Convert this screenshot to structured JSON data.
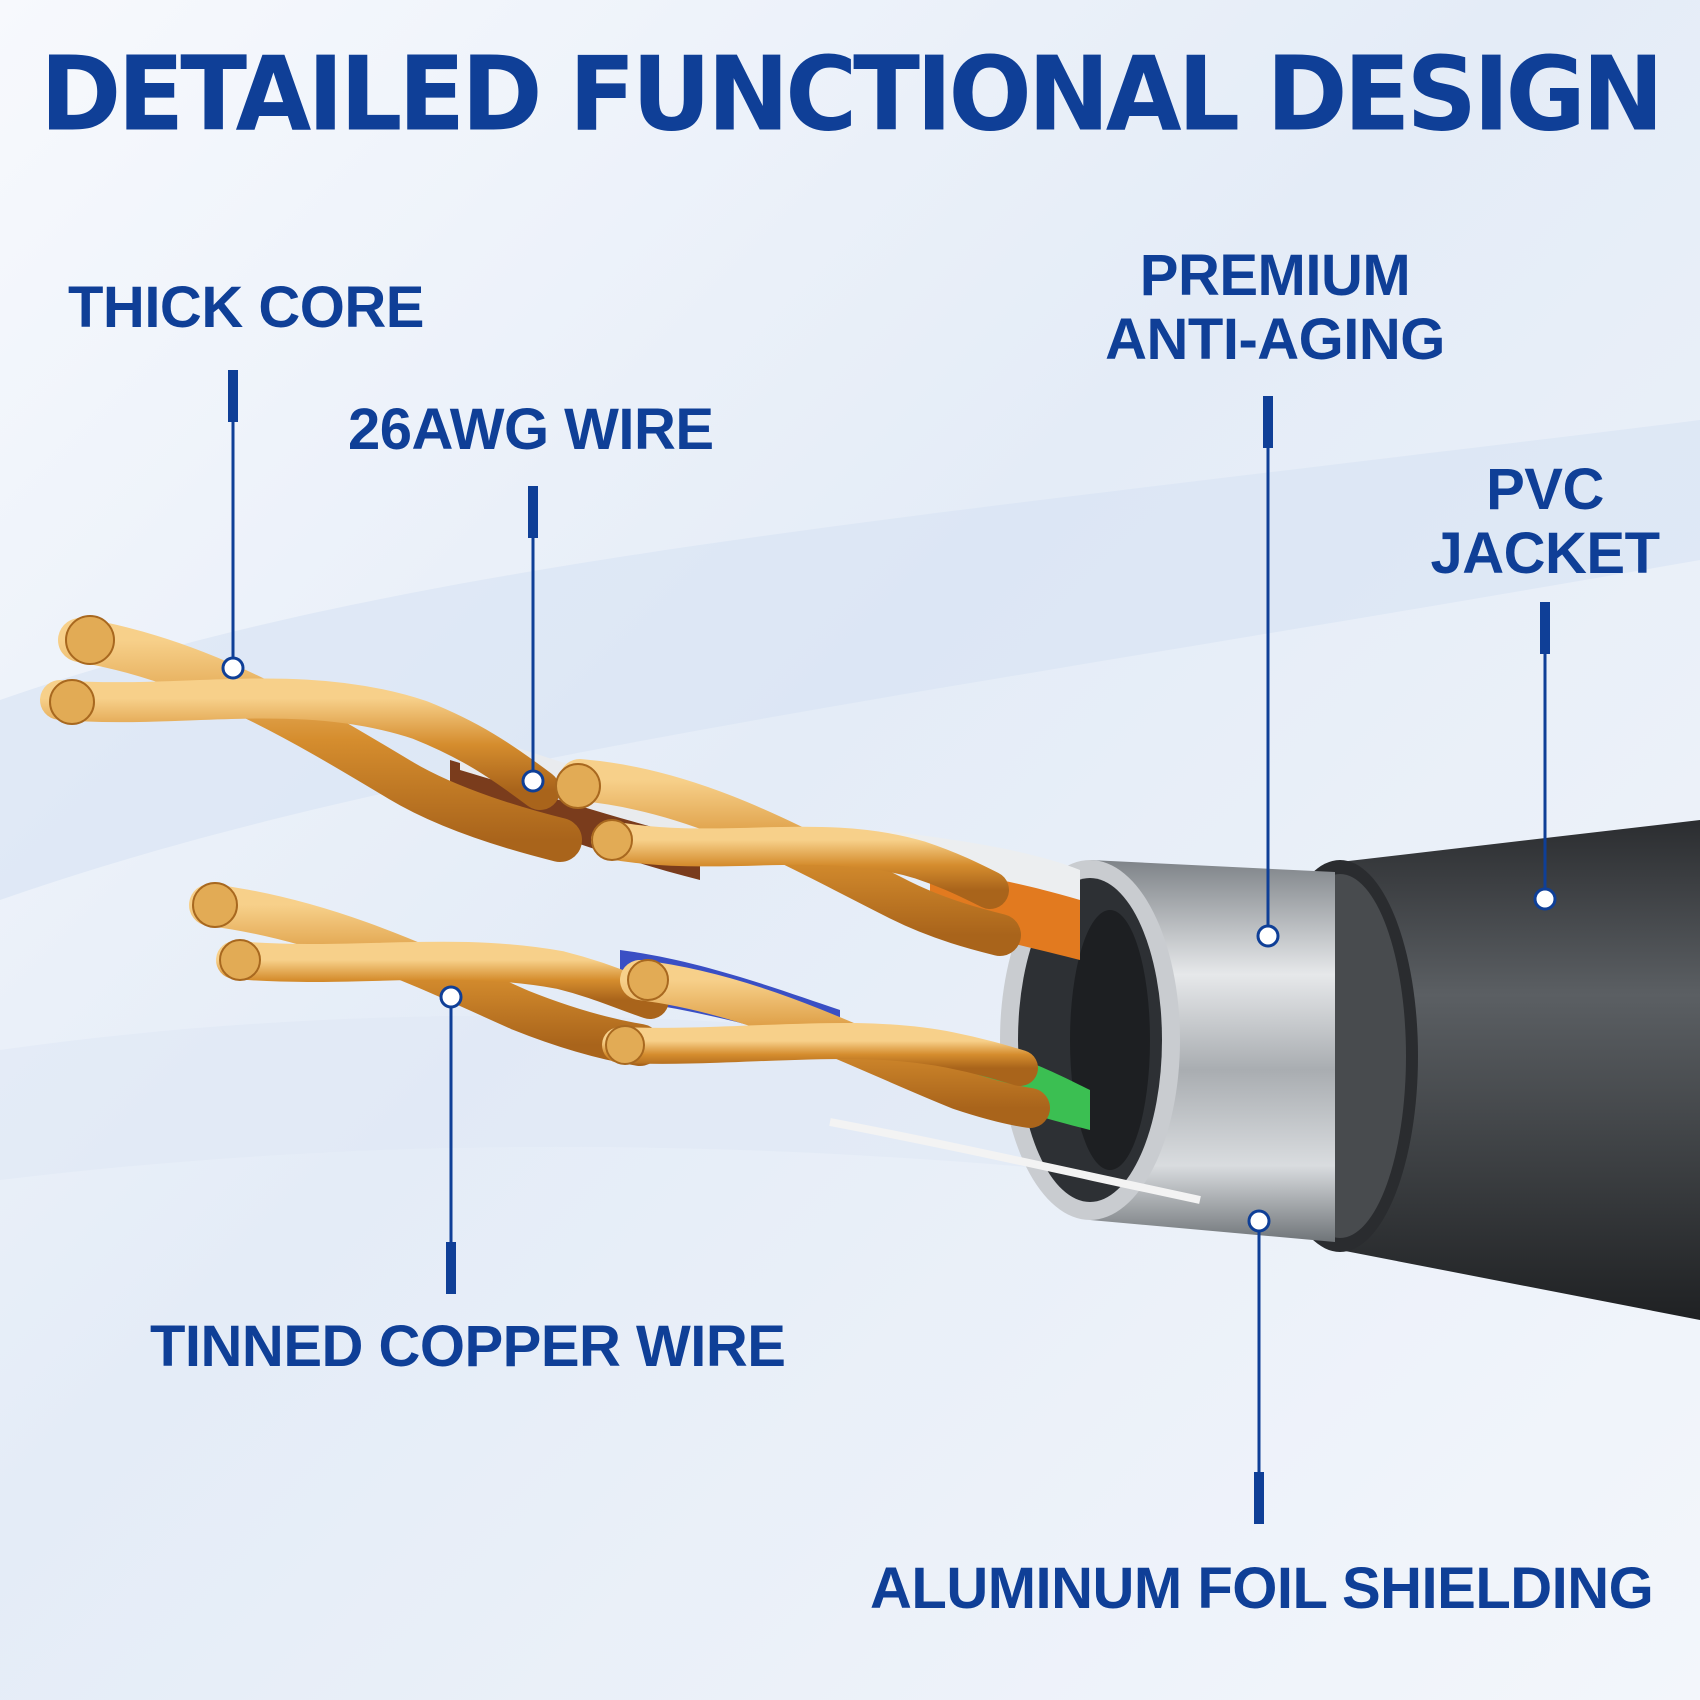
{
  "title": "DETAILED FUNCTIONAL DESIGN",
  "colors": {
    "accent": "#0f3f97",
    "copper": "#d99a3f",
    "jacket": "#3a3d40",
    "foil": "#b8bcc0",
    "background": "#eef3fa"
  },
  "callouts": {
    "thick_core": "THICK CORE",
    "awg_wire": "26AWG WIRE",
    "premium_line1": "PREMIUM",
    "premium_line2": "ANTI-AGING",
    "pvc_line1": "PVC",
    "pvc_line2": "JACKET",
    "tinned_copper": "TINNED COPPER WIRE",
    "aluminum_foil": "ALUMINUM FOIL SHIELDING"
  }
}
